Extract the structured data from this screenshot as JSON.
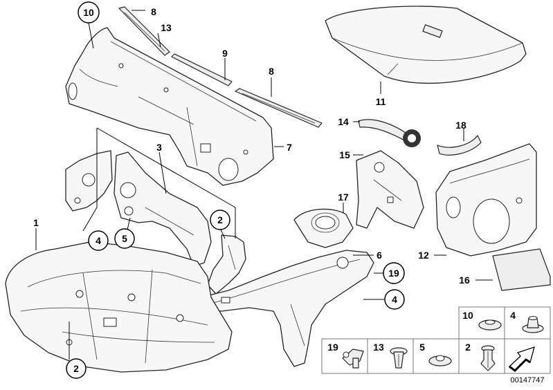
{
  "diagram": {
    "ref_number": "00147747",
    "callouts": [
      "10",
      "8",
      "13",
      "9",
      "8",
      "11",
      "3",
      "7",
      "14",
      "18",
      "15",
      "17",
      "1",
      "4",
      "5",
      "2",
      "6",
      "19",
      "12",
      "16",
      "4",
      "2"
    ],
    "legend": [
      "10",
      "4",
      "19",
      "13",
      "5",
      "2"
    ]
  }
}
